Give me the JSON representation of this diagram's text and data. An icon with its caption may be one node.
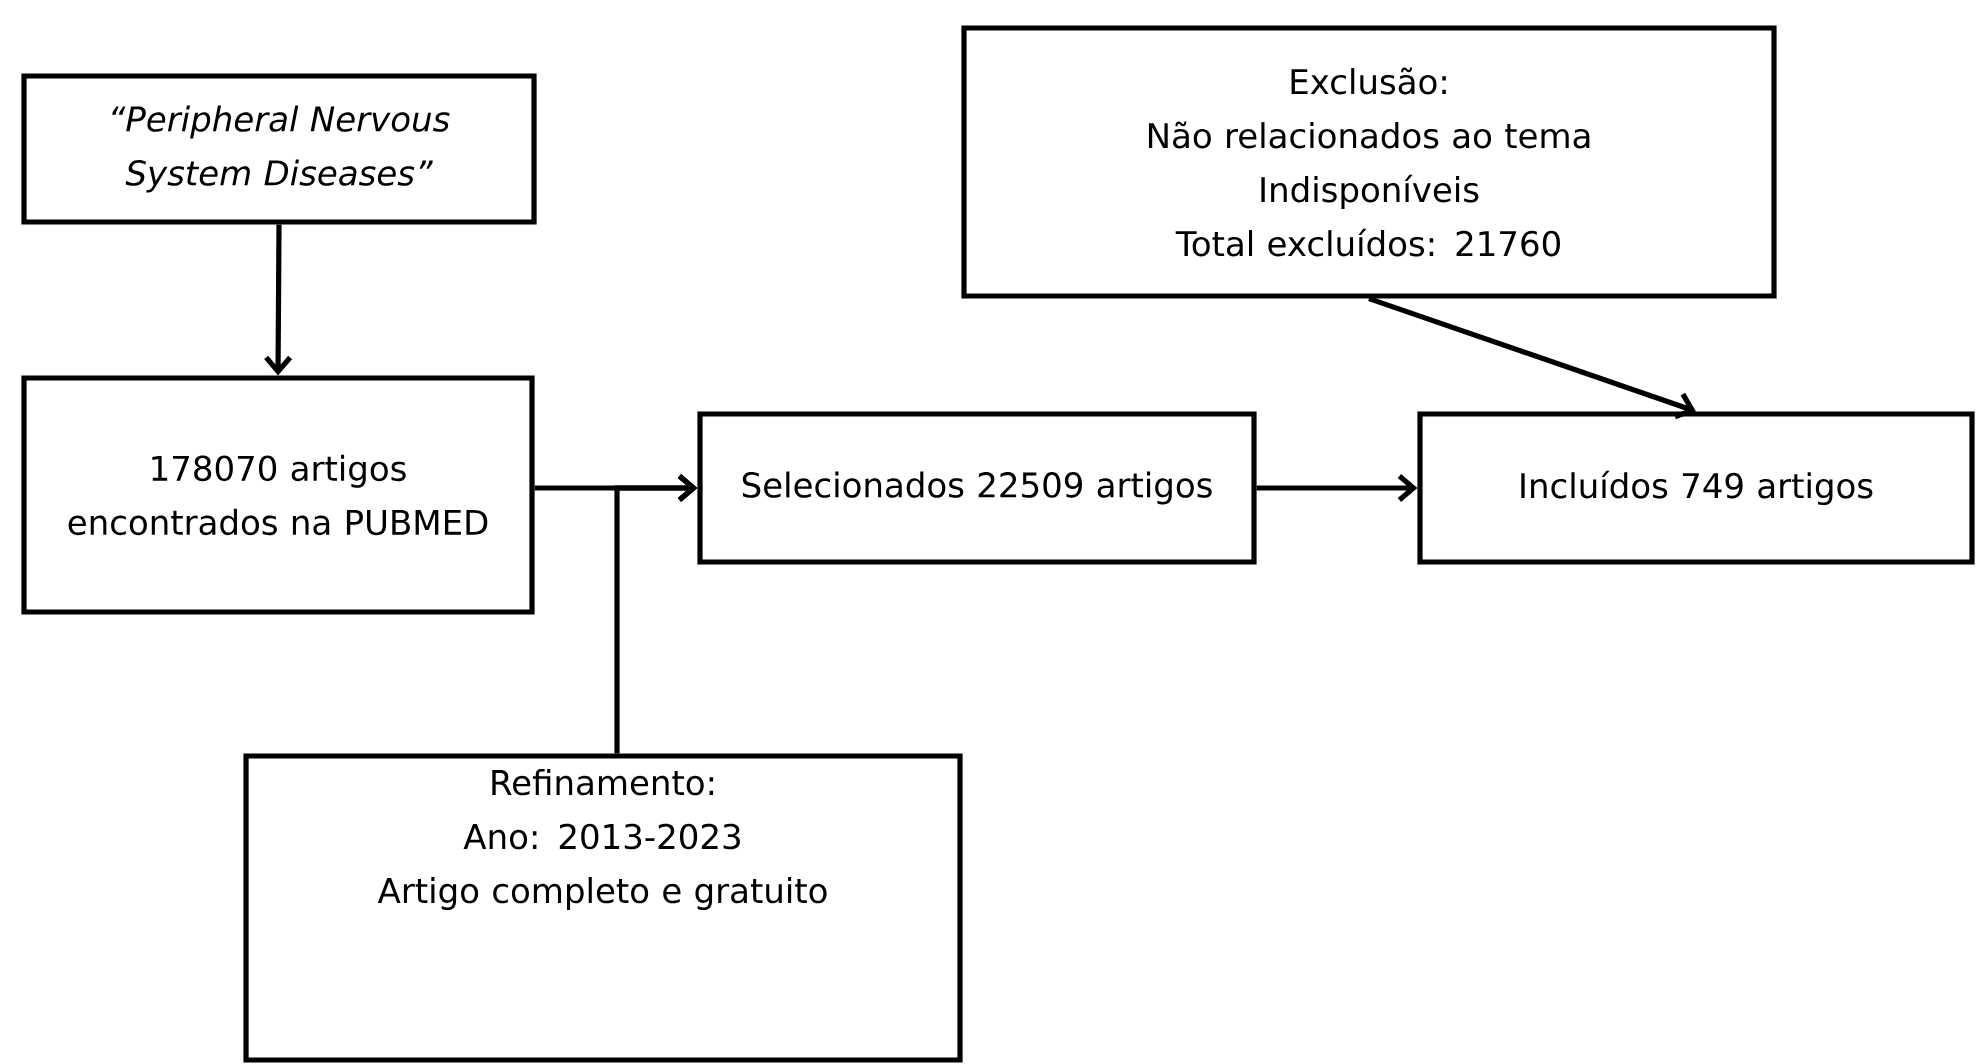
{
  "diagram": {
    "nodes": [
      {
        "text": [
          "“Peripheral Nervous System Diseases”"
        ]
      },
      {
        "text": [
          "178070 artigos encontrados na PUBMED"
        ]
      },
      {
        "text": [
          "Refinamento:",
          "Ano: 2013-2023",
          "Artigo completo e gratuito"
        ]
      },
      {
        "text": [
          "Selecionados 22509 artigos"
        ]
      },
      {
        "text": [
          "Exclusão:",
          "Não relacionados ao tema",
          "Indisponíveis",
          "Total excluídos: 21760"
        ]
      },
      {
        "text": [
          "Incluídos 749 artigos"
        ]
      }
    ],
    "edges": [
      {
        "from": 0,
        "to": 1,
        "arrow": "to"
      },
      {
        "from": 1,
        "to": 3,
        "arrow": "to"
      },
      {
        "from": 2,
        "to": 3,
        "arrow": "to"
      },
      {
        "from": 3,
        "to": 5,
        "arrow": "to"
      },
      {
        "from": 4,
        "to": 5,
        "arrow": "to"
      }
    ]
  }
}
